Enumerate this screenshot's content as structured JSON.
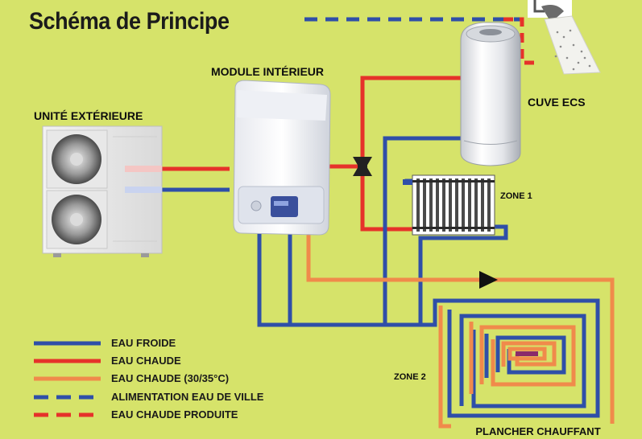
{
  "title": "Schéma de Principe",
  "labels": {
    "outdoor_unit": "UNITÉ EXTÉRIEURE",
    "indoor_module": "MODULE INTÉRIEUR",
    "dhw_tank": "CUVE ECS",
    "zone1": "ZONE 1",
    "zone2": "ZONE 2",
    "floor_heating": "PLANCHER CHAUFFANT"
  },
  "legend": [
    {
      "label": "EAU FROIDE",
      "color": "#2f4fa8",
      "style": "solid"
    },
    {
      "label": "EAU CHAUDE",
      "color": "#e6322a",
      "style": "solid"
    },
    {
      "label": "EAU CHAUDE (30/35°C)",
      "color": "#f08a4b",
      "style": "solid"
    },
    {
      "label": "ALIMENTATION EAU DE VILLE",
      "color": "#2f4fa8",
      "style": "dashed"
    },
    {
      "label": "EAU CHAUDE PRODUITE",
      "color": "#e6322a",
      "style": "dashed"
    }
  ],
  "colors": {
    "background": "#d6e36a",
    "cold": "#2f4fa8",
    "hot": "#e6322a",
    "warm": "#f08a4b",
    "floor_coil_center": "#8a2a6a"
  },
  "icons": [
    "outdoor-heat-pump-icon",
    "indoor-module-icon",
    "water-tank-icon",
    "radiator-icon",
    "valve-icon",
    "shower-icon",
    "flow-arrow-icon",
    "floor-heating-coil-icon"
  ]
}
